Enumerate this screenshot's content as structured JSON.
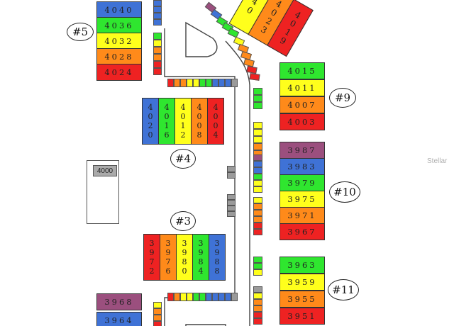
{
  "colors": {
    "purple": "#9b4f7e",
    "blue": "#3f72d6",
    "green": "#2fe62f",
    "yellow": "#ffff1c",
    "orange": "#ff8a1a",
    "red": "#ee2222",
    "gray": "#9a9a9a",
    "road": "#444444"
  },
  "buildings": {
    "b5": {
      "label": "#5",
      "units": [
        "4040",
        "4036",
        "4032",
        "4028",
        "4024"
      ],
      "colors": [
        "blue",
        "green",
        "yellow",
        "orange",
        "red"
      ]
    },
    "b4": {
      "label": "#4",
      "units": [
        "4020",
        "4016",
        "4012",
        "4008",
        "4004"
      ],
      "colors": [
        "blue",
        "green",
        "yellow",
        "orange",
        "red"
      ]
    },
    "b3": {
      "label": "#3",
      "units": [
        "3972",
        "3976",
        "3980",
        "3984",
        "3988"
      ],
      "colors": [
        "red",
        "orange",
        "yellow",
        "green",
        "blue"
      ]
    },
    "b9": {
      "label": "#9",
      "units": [
        "4015",
        "4011",
        "4007",
        "4003"
      ],
      "colors": [
        "green",
        "yellow",
        "orange",
        "red"
      ]
    },
    "b10": {
      "label": "#10",
      "units": [
        "3987",
        "3983",
        "3979",
        "3975",
        "3971",
        "3967"
      ],
      "colors": [
        "purple",
        "blue",
        "green",
        "yellow",
        "orange",
        "red"
      ]
    },
    "b11": {
      "label": "#11",
      "units": [
        "3963",
        "3959",
        "3955",
        "3951"
      ],
      "colors": [
        "green",
        "yellow",
        "orange",
        "red"
      ]
    },
    "b2": {
      "units": [
        "3968",
        "3964"
      ],
      "colors": [
        "purple",
        "blue"
      ]
    },
    "b6": {
      "units": [
        "40",
        "4023",
        "4019"
      ],
      "colors": [
        "yellow",
        "orange",
        "red"
      ]
    }
  },
  "pool": {
    "label": "4000"
  },
  "watermark": "Stellar"
}
